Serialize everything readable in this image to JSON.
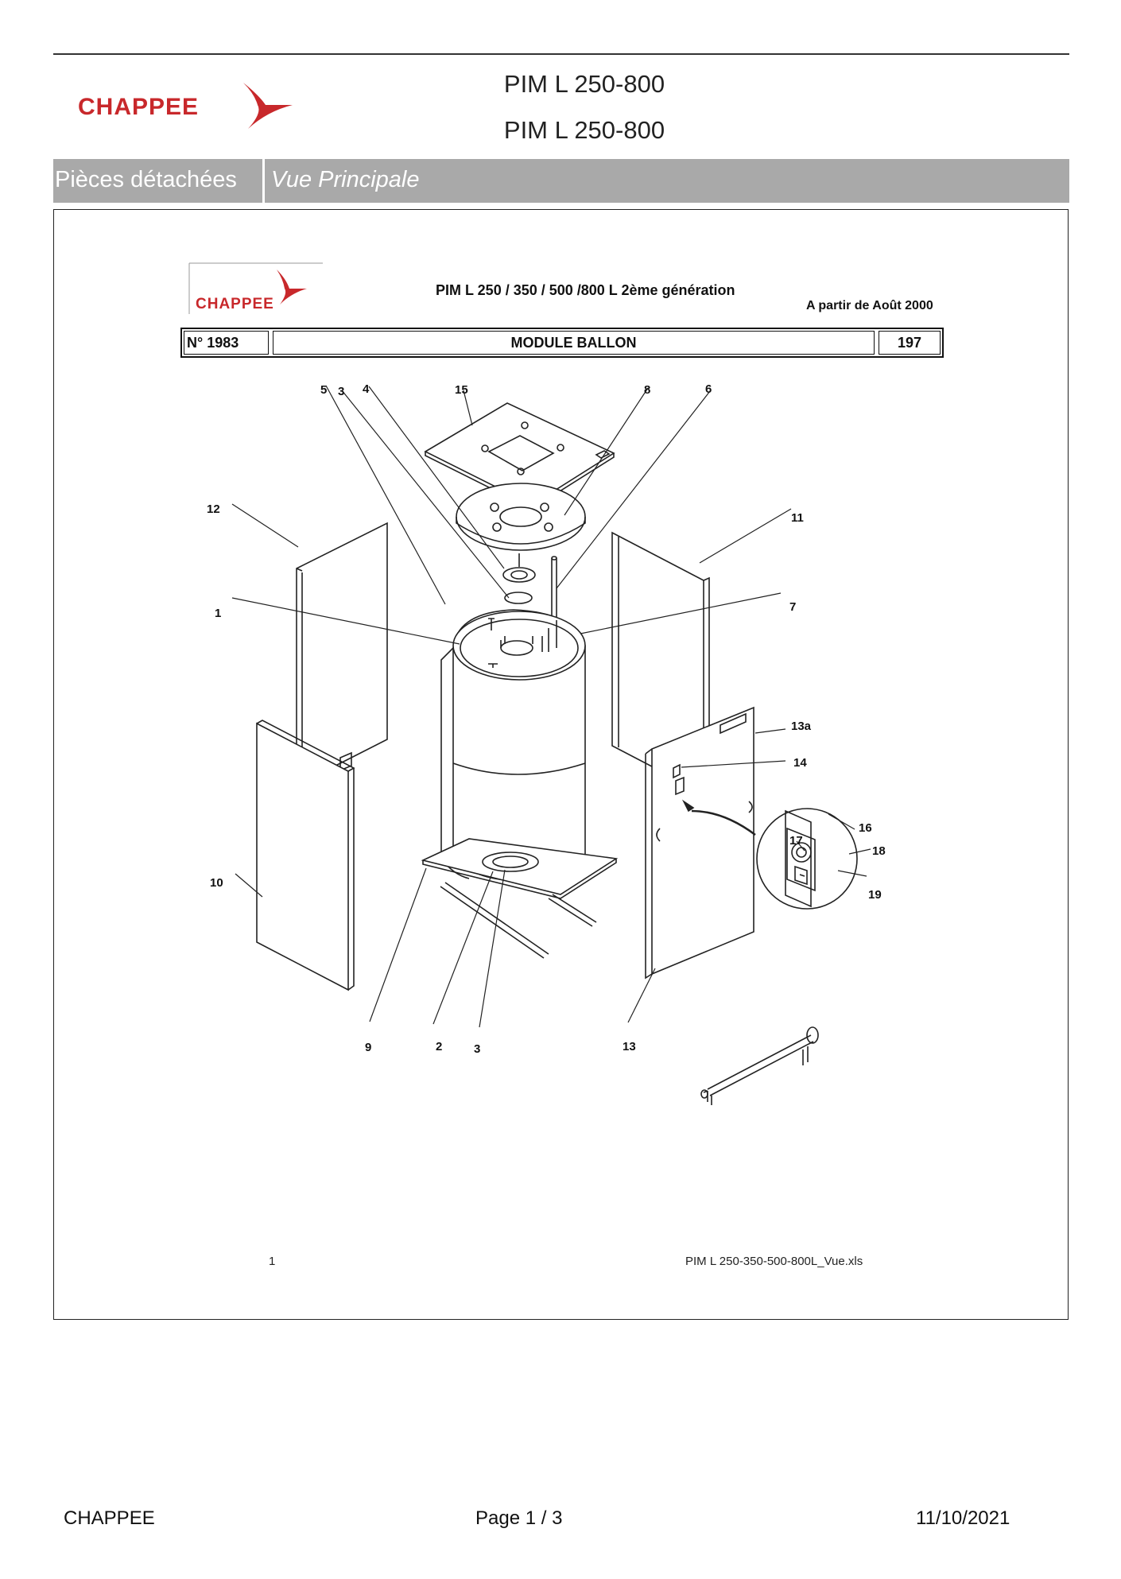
{
  "header": {
    "logo_text": "CHAPPEE",
    "title_line1": "PIM L 250-800",
    "title_line2": "PIM L 250-800"
  },
  "section_bar": {
    "label": "Pièces détachées",
    "view": "Vue Principale"
  },
  "sheet": {
    "logo_text": "CHAPPEE",
    "title": "PIM L  250 / 350 / 500 /800 L  2ème génération",
    "date_note": "A partir de Août 2000",
    "number": "N° 1983",
    "module": "MODULE BALLON",
    "code": "197",
    "page_number": "1",
    "filename": "PIM L 250-350-500-800L_Vue.xls"
  },
  "diagram": {
    "part_labels": [
      "5",
      "3",
      "4",
      "15",
      "8",
      "6",
      "12",
      "11",
      "1",
      "7",
      "13a",
      "14",
      "16",
      "17",
      "18",
      "19",
      "10",
      "9",
      "2",
      "3",
      "13"
    ]
  },
  "footer": {
    "brand": "CHAPPEE",
    "page": "Page   1  /  3",
    "date": "11/10/2021"
  },
  "colors": {
    "brand_red": "#c8282b",
    "bar_gray": "#a9a9a9"
  }
}
